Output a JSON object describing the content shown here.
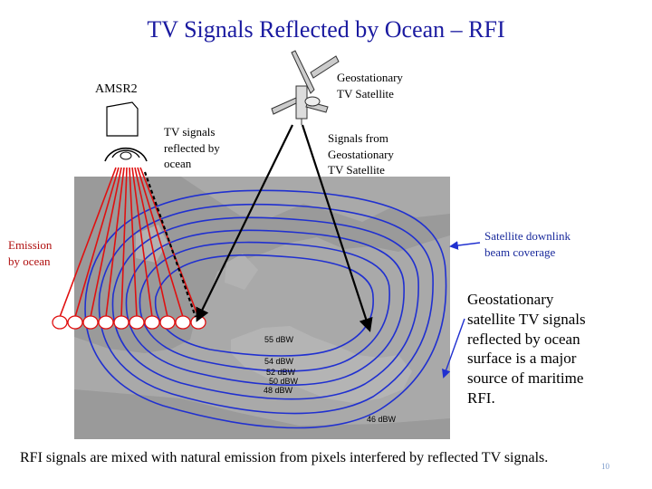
{
  "title": "TV Signals Reflected by Ocean – RFI",
  "labels": {
    "amsr2": "AMSR2",
    "satellite": [
      "Geostationary",
      "TV Satellite"
    ],
    "tv_reflected": [
      "TV signals",
      "reflected by",
      "ocean"
    ],
    "signals_from": [
      "Signals from",
      "Geostationary",
      "TV Satellite"
    ],
    "emission": [
      "Emission",
      "by ocean"
    ],
    "downlink": [
      "Satellite downlink",
      "beam coverage"
    ]
  },
  "side_note": [
    "Geostationary",
    "satellite TV signals",
    "reflected by ocean",
    "surface is a major",
    "source of maritime",
    "RFI."
  ],
  "footnote": "RFI signals are mixed with natural emission from pixels interfered by reflected TV signals.",
  "slide_number": "10",
  "contour_labels": [
    "55 dBW",
    "54 dBW",
    "52 dBW",
    "50 dBW",
    "48 dBW",
    "46 dBW"
  ],
  "colors": {
    "title": "#1a1aa0",
    "beam": "#2030d0",
    "emission": "#e01010",
    "arrow": "#000000",
    "map": "#a9a9a9"
  },
  "icons": [
    "satellite-icon",
    "radiometer-icon"
  ]
}
